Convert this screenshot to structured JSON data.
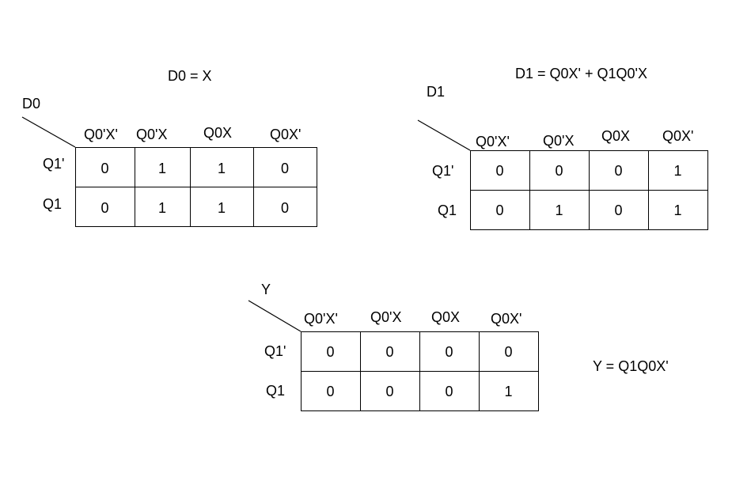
{
  "maps": [
    {
      "id": "d0",
      "var": "D0",
      "equation": "D0 = X",
      "cols": [
        "Q0'X'",
        "Q0'X",
        "Q0X",
        "Q0X'"
      ],
      "rows": [
        "Q1'",
        "Q1"
      ],
      "cells": [
        [
          "0",
          "1",
          "1",
          "0"
        ],
        [
          "0",
          "1",
          "1",
          "0"
        ]
      ]
    },
    {
      "id": "d1",
      "var": "D1",
      "equation": "D1 = Q0X' + Q1Q0'X",
      "cols": [
        "Q0'X'",
        "Q0'X",
        "Q0X",
        "Q0X'"
      ],
      "rows": [
        "Q1'",
        "Q1"
      ],
      "cells": [
        [
          "0",
          "0",
          "0",
          "1"
        ],
        [
          "0",
          "1",
          "0",
          "1"
        ]
      ]
    },
    {
      "id": "y",
      "var": "Y",
      "equation": "Y = Q1Q0X'",
      "cols": [
        "Q0'X'",
        "Q0'X",
        "Q0X",
        "Q0X'"
      ],
      "rows": [
        "Q1'",
        "Q1"
      ],
      "cells": [
        [
          "0",
          "0",
          "0",
          "0"
        ],
        [
          "0",
          "0",
          "0",
          "1"
        ]
      ]
    }
  ]
}
